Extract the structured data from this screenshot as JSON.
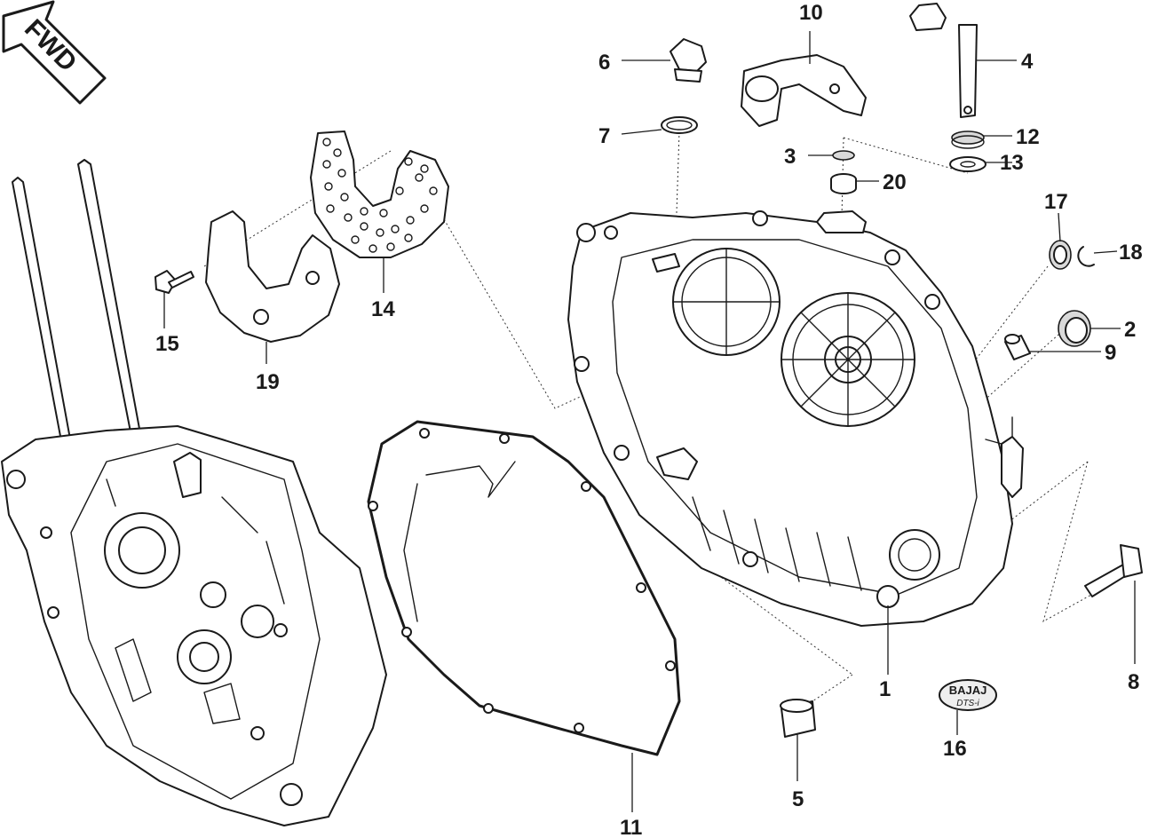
{
  "diagram": {
    "direction_marker": "FWD",
    "logo": {
      "brand": "BAJAJ",
      "model": "DTS-i"
    },
    "callouts": {
      "c1": "1",
      "c2": "2",
      "c3": "3",
      "c4": "4",
      "c5": "5",
      "c6": "6",
      "c7": "7",
      "c8": "8",
      "c9": "9",
      "c10": "10",
      "c11": "11",
      "c12": "12",
      "c13": "13",
      "c14": "14",
      "c15": "15",
      "c16": "16",
      "c17": "17",
      "c18": "18",
      "c19": "19",
      "c20": "20"
    }
  }
}
